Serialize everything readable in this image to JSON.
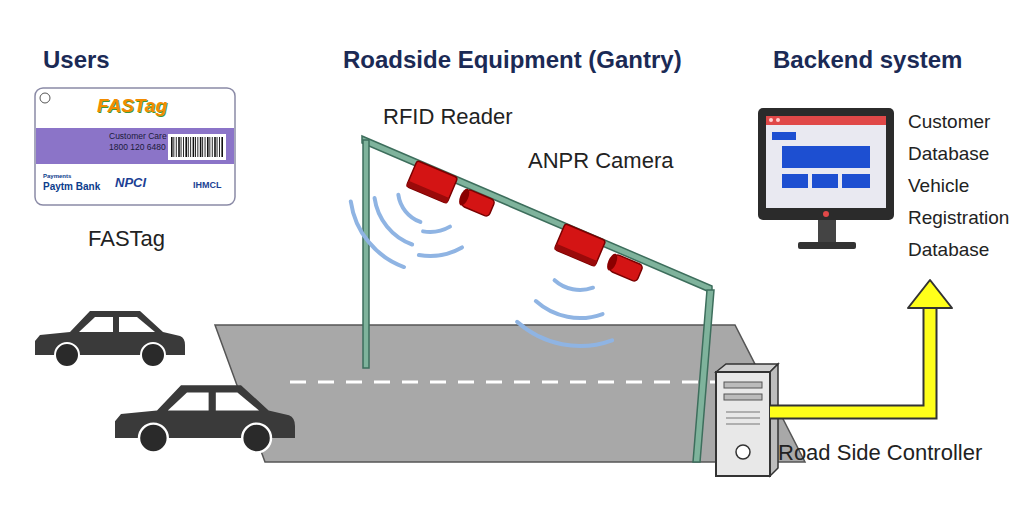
{
  "diagram": {
    "nodes": [
      {
        "text": [
          "FASTag",
          "Customer Care",
          "1800 120 6480",
          "Payments",
          "Paytm Bank",
          "NPCI",
          "IHMCL"
        ]
      },
      {
        "text": [
          "Road Side Controller"
        ]
      },
      {
        "text": [
          "Customer Database",
          "Vehicle Registration Database"
        ]
      }
    ],
    "edges": [
      {
        "from": 1,
        "to": 2,
        "arrow": "to"
      }
    ],
    "labels": [
      "Users",
      "Roadside Equipment (Gantry)",
      "Backend system",
      "FASTag",
      "RFID Reader",
      "ANPR Camera"
    ]
  }
}
